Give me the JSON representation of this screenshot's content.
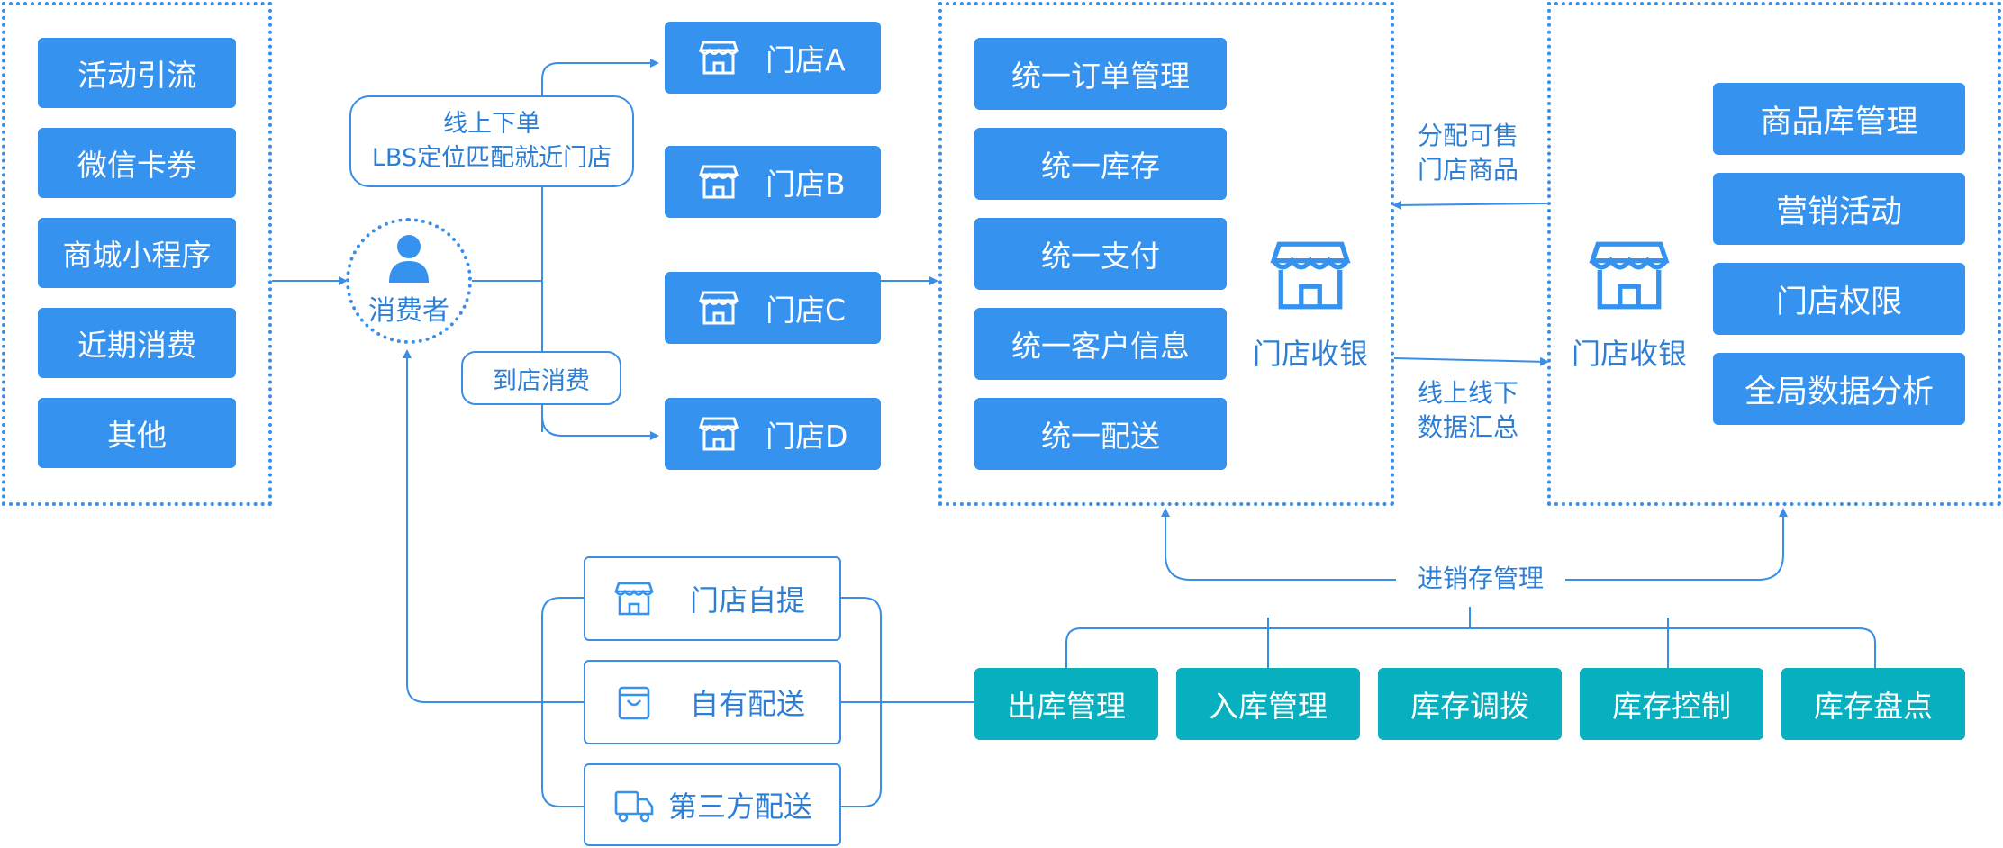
{
  "channels": [
    "活动引流",
    "微信卡券",
    "商城小程序",
    "近期消费",
    "其他"
  ],
  "consumer": "消费者",
  "online_order": {
    "line1": "线上下单",
    "line2": "LBS定位匹配就近门店"
  },
  "in_store": "到店消费",
  "stores": [
    "门店A",
    "门店B",
    "门店C",
    "门店D"
  ],
  "unified": [
    "统一订单管理",
    "统一库存",
    "统一支付",
    "统一客户信息",
    "统一配送"
  ],
  "pos_label_left": "门店收银",
  "pos_label_right": "门店收银",
  "arrow_top": {
    "line1": "分配可售",
    "line2": "门店商品"
  },
  "arrow_bottom": {
    "line1": "线上线下",
    "line2": "数据汇总"
  },
  "hq": [
    "商品库管理",
    "营销活动",
    "门店权限",
    "全局数据分析"
  ],
  "inventory_label": "进销存管理",
  "inventory_ops": [
    "出库管理",
    "入库管理",
    "库存调拨",
    "库存控制",
    "库存盘点"
  ],
  "delivery": [
    "门店自提",
    "自有配送",
    "第三方配送"
  ],
  "colors": {
    "primary": "#3692ef",
    "teal": "#08afbe",
    "line": "#3a8ee6",
    "text": "#2d7fd6"
  },
  "icons": {
    "store": "store-icon",
    "bag": "bag-icon",
    "truck": "truck-icon",
    "user": "user-icon"
  }
}
